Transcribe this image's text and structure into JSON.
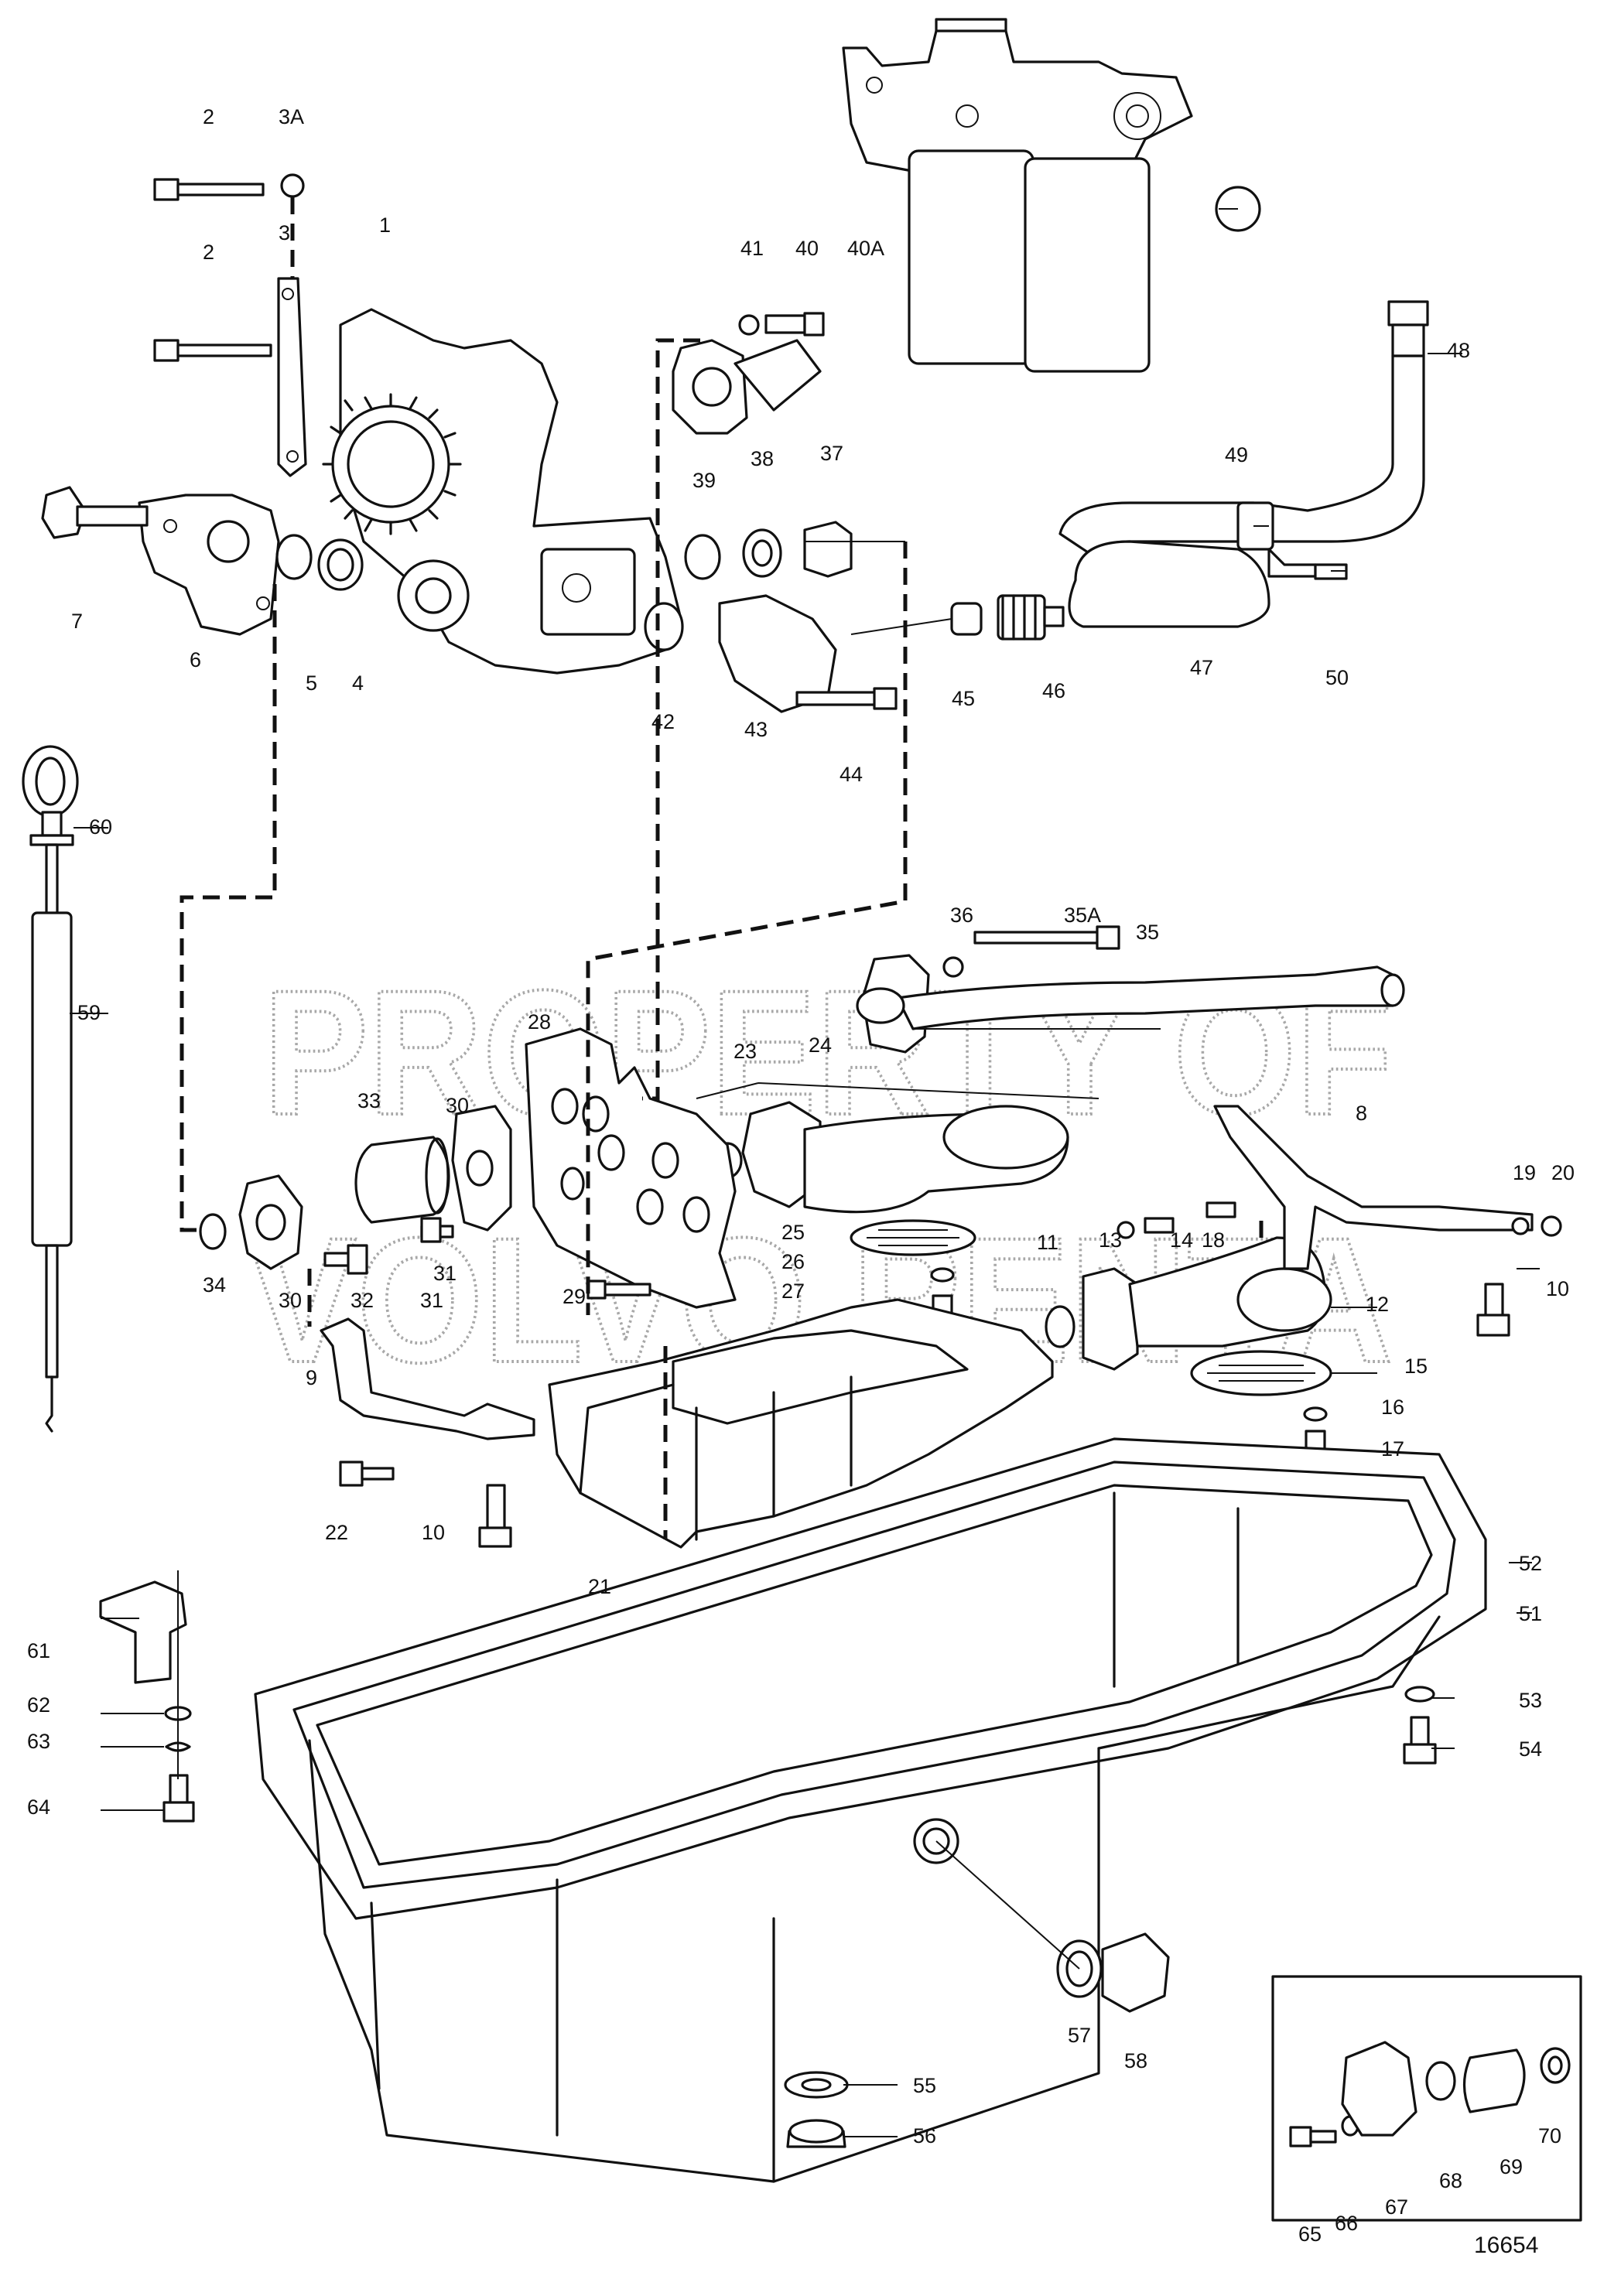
{
  "diagram": {
    "watermark": [
      "PROPERTY OF",
      "VOLVO PENTA"
    ],
    "document_number": "16654",
    "callouts": [
      "1",
      "2",
      "2",
      "3",
      "3A",
      "4",
      "5",
      "6",
      "7",
      "8",
      "9",
      "10",
      "10",
      "11",
      "12",
      "13",
      "14",
      "15",
      "16",
      "17",
      "18",
      "19",
      "20",
      "21",
      "22",
      "23",
      "24",
      "25",
      "26",
      "27",
      "28",
      "29",
      "30",
      "30",
      "31",
      "31",
      "32",
      "33",
      "34",
      "35",
      "35A",
      "36",
      "37",
      "38",
      "39",
      "40",
      "40A",
      "41",
      "42",
      "43",
      "44",
      "45",
      "46",
      "47",
      "48",
      "49",
      "50",
      "51",
      "52",
      "53",
      "54",
      "55",
      "56",
      "57",
      "58",
      "59",
      "60",
      "61",
      "62",
      "63",
      "64",
      "65",
      "66",
      "67",
      "68",
      "69",
      "70"
    ]
  }
}
